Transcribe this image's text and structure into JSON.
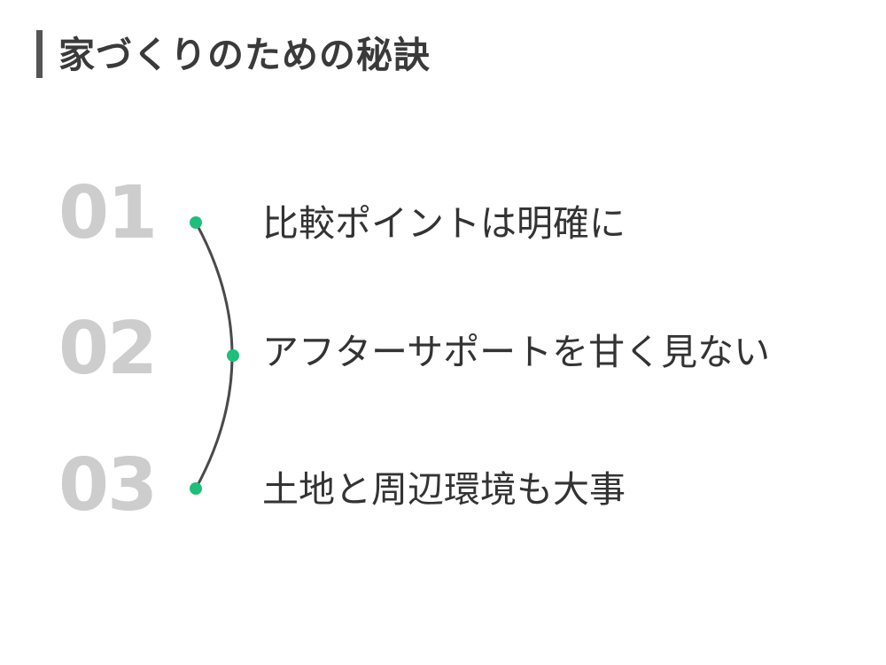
{
  "title": "家づくりのための秘訣",
  "items": [
    {
      "number": "01",
      "text": "比較ポイントは明確に"
    },
    {
      "number": "02",
      "text": "アフターサポートを甘く見ない"
    },
    {
      "number": "03",
      "text": "土地と周辺環境も大事"
    }
  ],
  "colors": {
    "accent": "#1dbf7a",
    "number": "#cdcdcd",
    "text": "#333333",
    "title_bar": "#555555",
    "line": "#4a4a4a"
  }
}
